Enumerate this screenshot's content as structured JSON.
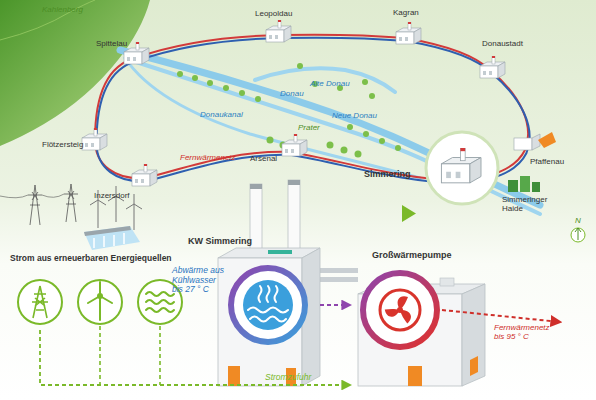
{
  "diagram": {
    "nodes": [
      {
        "text": [
          "Strom aus erneuerbaren Energiequellen"
        ]
      },
      {
        "text": [
          "KW Simmering"
        ]
      },
      {
        "text": [
          "Großwärmepumpe"
        ]
      }
    ],
    "edges": [
      {
        "from": 0,
        "to": 2,
        "arrow": "to",
        "label": "Stromzufuhr"
      },
      {
        "from": 1,
        "to": 2,
        "arrow": "to"
      }
    ],
    "labels": [
      "Kahlenberg",
      "Spittelau",
      "Leopoldau",
      "Kagran",
      "Donaustadt",
      "Alte Donau",
      "Donau",
      "Neue Donau",
      "Flötzersteig",
      "Donaukanal",
      "Prater",
      "Fernwärmenetz",
      "Arsenal",
      "Pfaffenau",
      "Simmering",
      "Inzersdorf",
      "Simmeringer Haide",
      "N",
      "Abwärme aus Kühlwasser bis 27 ° C",
      "Fernwärmenetz bis 95 ° C"
    ]
  }
}
